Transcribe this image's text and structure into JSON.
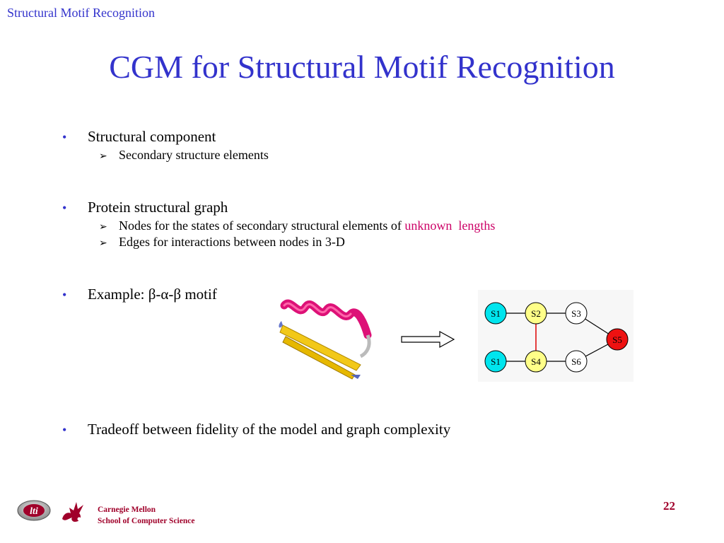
{
  "header": {
    "text": "Structural Motif Recognition"
  },
  "title": "CGM for Structural Motif Recognition",
  "bullets": [
    {
      "label": "Structural component",
      "subs": [
        {
          "text": "Secondary structure elements"
        }
      ]
    },
    {
      "label": "Protein structural graph",
      "subs": [
        {
          "text": "Nodes for the states of secondary structural elements of ",
          "highlight": "unknown  lengths"
        },
        {
          "text": "Edges for interactions between nodes in 3-D"
        }
      ]
    },
    {
      "label": "Example: β-α-β motif"
    },
    {
      "label": "Tradeoff between fidelity of the model and graph complexity"
    }
  ],
  "graph": {
    "nodes": [
      {
        "id": "s1-top",
        "label": "S1",
        "color": "#00e5ee"
      },
      {
        "id": "s2",
        "label": "S2",
        "color": "#ffff88"
      },
      {
        "id": "s3",
        "label": "S3",
        "color": "#ffffff"
      },
      {
        "id": "s5",
        "label": "S5",
        "color": "#ee1111"
      },
      {
        "id": "s1-bottom",
        "label": "S1",
        "color": "#00e5ee"
      },
      {
        "id": "s4",
        "label": "S4",
        "color": "#ffff88"
      },
      {
        "id": "s6",
        "label": "S6",
        "color": "#ffffff"
      }
    ],
    "edge_colors": {
      "default": "#000000",
      "interaction": "#dd0000"
    }
  },
  "logos": {
    "lti_text": "lti"
  },
  "footer": {
    "line1": "Carnegie Mellon",
    "line2": "School of Computer Science",
    "page": "22",
    "accent": "#a0002a"
  },
  "colors": {
    "title": "#3333cc",
    "highlight": "#cc0066"
  }
}
